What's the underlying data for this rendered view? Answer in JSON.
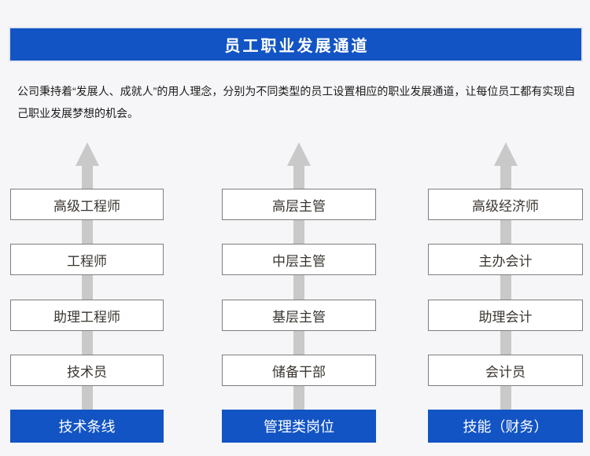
{
  "header": {
    "title": "员工职业发展通道"
  },
  "intro": {
    "text": "公司秉持着“发展人、成就人”的用人理念，分别为不同类型的员工设置相应的职业发展通道，让每位员工都有实现自己职业发展梦想的机会。"
  },
  "ladders": [
    {
      "id": "technical-line",
      "base": "技术条线",
      "levels": [
        "高级工程师",
        "工程师",
        "助理工程师",
        "技术员"
      ]
    },
    {
      "id": "management-posts",
      "base": "管理类岗位",
      "levels": [
        "高层主管",
        "中层主管",
        "基层主管",
        "储备干部"
      ]
    },
    {
      "id": "skill-finance",
      "base": "技能（财务）",
      "levels": [
        "高级经济师",
        "主办会计",
        "助理会计",
        "会计员"
      ]
    }
  ],
  "icons": {
    "arrow": "up-arrow-icon"
  },
  "colors": {
    "background": "#f6f6f8",
    "accent_blue": "#1254c4",
    "arrow_gray": "#c9c9c9",
    "box_border": "#7e7e7e",
    "box_text": "#3a3530",
    "title_text": "#ffffff"
  }
}
